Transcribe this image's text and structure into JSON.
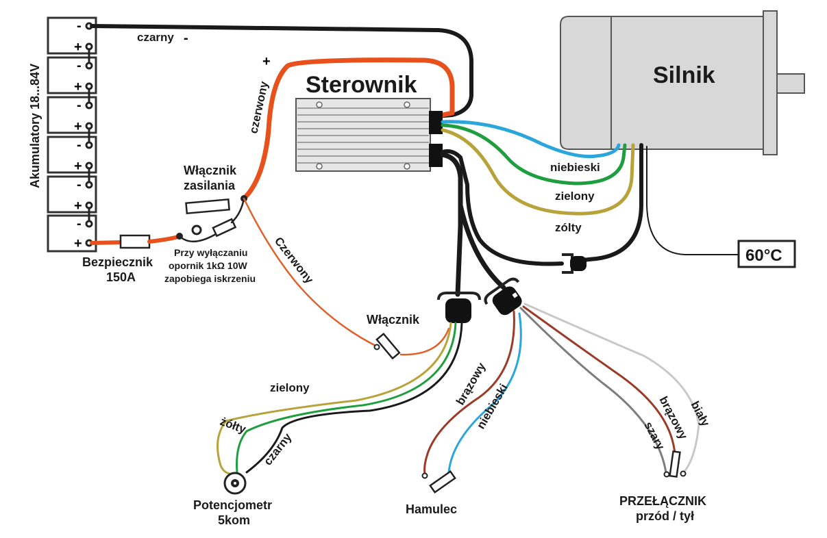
{
  "labels": {
    "battery_title": "Akumulatory 18...84V",
    "controller": "Sterownik",
    "motor": "Silnik",
    "black_wire": "czarny",
    "minus": "-",
    "plus": "+",
    "red_wire_top": "czerwony",
    "power_switch_line1": "Włącznik",
    "power_switch_line2": "zasilania",
    "fuse_line1": "Bezpiecznik",
    "fuse_line2": "150A",
    "resistor_note_line1": "Przy wyłączaniu",
    "resistor_note_line2": "opornik 1kΩ 10W",
    "resistor_note_line3": "zapobiega iskrzeniu",
    "red_wire_thin": "Czerwony",
    "key_switch": "Włącznik",
    "phase_blue": "niebieski",
    "phase_green": "zielony",
    "phase_yellow": "zólty",
    "temp_sensor": "60°C",
    "pot_green": "zielony",
    "pot_yellow": "żółty",
    "pot_black": "czarny",
    "pot_line1": "Potencjometr",
    "pot_line2": "5kom",
    "brake_brown": "brązowy",
    "brake_blue": "niebieski",
    "brake": "Hamulec",
    "dir_grey": "szary",
    "dir_brown": "brązowy",
    "dir_white": "biały",
    "dir_line1": "PRZEŁĄCZNIK",
    "dir_line2": "przód / tył"
  },
  "colors": {
    "black_wire": "#1a1a1a",
    "red_thick": "#e8501c",
    "red_thin": "#e0602a",
    "blue": "#2aa6db",
    "green": "#1f9e3f",
    "yellow": "#b8a33a",
    "brown": "#9b3a28",
    "grey": "#7d7d7d",
    "white_wire": "#c8c8c8",
    "motor_body": "#d8d8d8",
    "controller_body": "#e6e6e6"
  }
}
